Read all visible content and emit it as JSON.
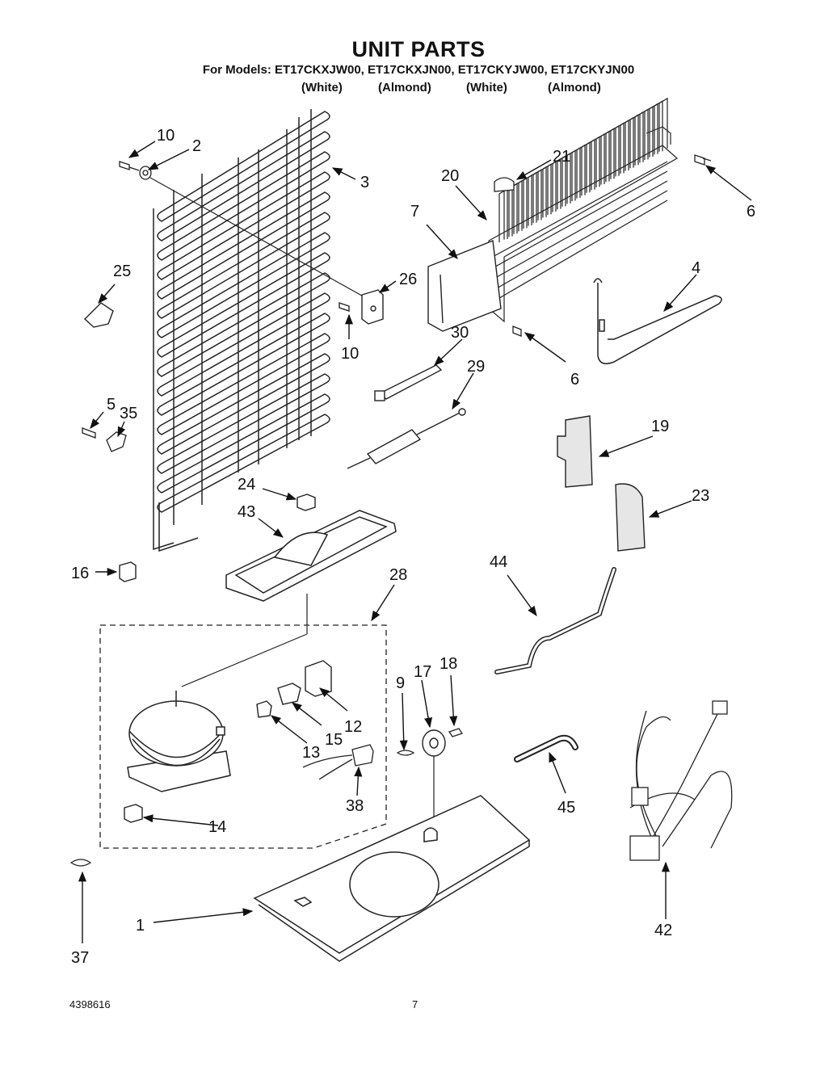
{
  "header": {
    "title": "UNIT PARTS",
    "models_line": "For Models: ET17CKXJW00, ET17CKXJN00, ET17CKYJW00, ET17CKYJN00",
    "variants": [
      "(White)",
      "(Almond)",
      "(White)",
      "(Almond)"
    ]
  },
  "callouts": [
    "10",
    "2",
    "3",
    "21",
    "20",
    "6",
    "7",
    "25",
    "26",
    "4",
    "10",
    "30",
    "6",
    "29",
    "5",
    "35",
    "19",
    "24",
    "23",
    "43",
    "16",
    "28",
    "44",
    "9",
    "17",
    "18",
    "12",
    "15",
    "13",
    "38",
    "14",
    "45",
    "1",
    "42",
    "37"
  ],
  "footer": {
    "doc_number": "4398616",
    "page_number": "7"
  }
}
